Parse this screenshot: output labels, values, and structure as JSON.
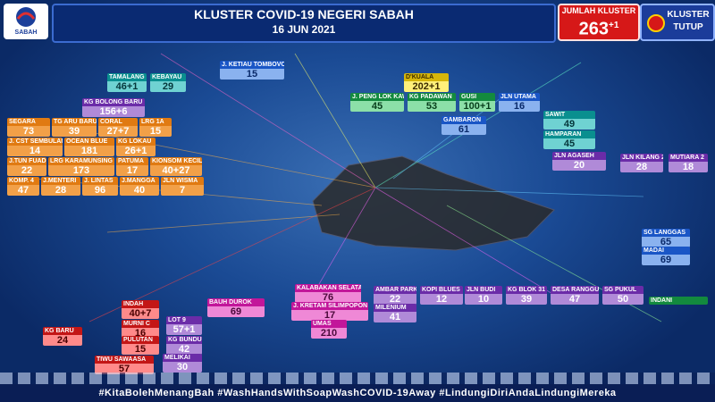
{
  "header": {
    "title": "KLUSTER COVID-19 NEGERI SABAH",
    "date": "16 JUN 2021",
    "logo_text": "SABAH"
  },
  "total": {
    "label": "JUMLAH KLUSTER",
    "value": "263",
    "delta": "+1"
  },
  "closed": {
    "label": "KLUSTER TUTUP"
  },
  "hashtag": "#KitaBolehMenangBah #WashHandsWithSoapWashCOVID-19Away #LindungiDiriAndaLindungiMereka",
  "clusters": [
    {
      "id": "segara",
      "label": "SEGARA",
      "value": "73"
    },
    {
      "id": "tg-aru-baru",
      "label": "TG ARU BARU",
      "value": "39"
    },
    {
      "id": "coral",
      "label": "CORAL",
      "value": "27+7"
    },
    {
      "id": "lrg-1a",
      "label": "LRG 1A",
      "value": "15"
    },
    {
      "id": "j-cst-sembulan",
      "label": "J. CST SEMBULAN",
      "value": "14"
    },
    {
      "id": "ocean-blue",
      "label": "OCEAN BLUE",
      "value": "181"
    },
    {
      "id": "kg-lokau",
      "label": "KG LOKAU",
      "value": "26+1"
    },
    {
      "id": "j-tun-fuad",
      "label": "J.TUN FUAD",
      "value": "22"
    },
    {
      "id": "lrg-karamunsing",
      "label": "LRG KARAMUNSING",
      "value": "173"
    },
    {
      "id": "patuma",
      "label": "PATUMA",
      "value": "17"
    },
    {
      "id": "kionsom-kecil",
      "label": "KIONSOM KECIL",
      "value": "40+27"
    },
    {
      "id": "komp-4",
      "label": "KOMP. 4",
      "value": "47"
    },
    {
      "id": "j-menteri",
      "label": "J.MENTERI",
      "value": "28"
    },
    {
      "id": "j-lintas",
      "label": "J. LINTAS",
      "value": "96"
    },
    {
      "id": "j-mangga",
      "label": "J.MANGGA",
      "value": "40"
    },
    {
      "id": "jln-wisma",
      "label": "JLN WISMA",
      "value": "7"
    },
    {
      "id": "kg-bolong-baru",
      "label": "KG BOLONG BARU",
      "value": "156+6"
    },
    {
      "id": "tamalang",
      "label": "TAMALANG",
      "value": "46+1"
    },
    {
      "id": "kebayau",
      "label": "KEBAYAU",
      "value": "29"
    },
    {
      "id": "j-ketiau-tombovo",
      "label": "J. KETIAU TOMBOVO",
      "value": "15"
    },
    {
      "id": "d-kuala",
      "label": "D'KUALA",
      "value": "202+1"
    },
    {
      "id": "j-peng-lok-kawi",
      "label": "J. PENG LOK KAWI",
      "value": "45"
    },
    {
      "id": "kg-padawan",
      "label": "KG PADAWAN",
      "value": "53"
    },
    {
      "id": "gusi",
      "label": "GUSI",
      "value": "100+1"
    },
    {
      "id": "jln-utama",
      "label": "JLN UTAMA",
      "value": "16"
    },
    {
      "id": "gambaron",
      "label": "GAMBARON",
      "value": "61"
    },
    {
      "id": "sawit",
      "label": "SAWIT",
      "value": "49"
    },
    {
      "id": "hamparan",
      "label": "HAMPARAN",
      "value": "45"
    },
    {
      "id": "jln-agaseh",
      "label": "JLN AGASEH",
      "value": "20"
    },
    {
      "id": "jln-kilang-2",
      "label": "JLN KILANG 2",
      "value": "28"
    },
    {
      "id": "mutiara-2",
      "label": "MUTIARA 2",
      "value": "18"
    },
    {
      "id": "sg-langgas",
      "label": "SG LANGGAS",
      "value": "65"
    },
    {
      "id": "madai",
      "label": "MADAI",
      "value": "69"
    },
    {
      "id": "kalabakan-selatan",
      "label": "KALABAKAN SELATAN",
      "value": "76"
    },
    {
      "id": "j-kretam-silimpopon",
      "label": "J. KRETAM SILIMPOPON",
      "value": "17"
    },
    {
      "id": "ambar-park",
      "label": "AMBAR PARK",
      "value": "22"
    },
    {
      "id": "kopi-blues",
      "label": "KOPI BLUES",
      "value": "12"
    },
    {
      "id": "jln-budi",
      "label": "JLN BUDI",
      "value": "10"
    },
    {
      "id": "kg-blok-31",
      "label": "KG BLOK 31",
      "value": "39"
    },
    {
      "id": "desa-ranggu",
      "label": "DESA RANGGU",
      "value": "47"
    },
    {
      "id": "sg-pukul",
      "label": "SG PUKUL",
      "value": "50"
    },
    {
      "id": "milenium",
      "label": "MILENIUM",
      "value": "41"
    },
    {
      "id": "bauh-durok",
      "label": "BAUH DUROK",
      "value": "69"
    },
    {
      "id": "umas",
      "label": "UMAS",
      "value": "210"
    },
    {
      "id": "indani",
      "label": "INDANI",
      "value": ""
    },
    {
      "id": "indah",
      "label": "INDAH",
      "value": "40+7"
    },
    {
      "id": "lot-9",
      "label": "LOT 9",
      "value": "57+1"
    },
    {
      "id": "murni-c",
      "label": "MURNI C",
      "value": "16"
    },
    {
      "id": "pulutan",
      "label": "PULUTAN",
      "value": "15"
    },
    {
      "id": "kg-bundu",
      "label": "KG BUNDU",
      "value": "42"
    },
    {
      "id": "kg-baru",
      "label": "KG BARU",
      "value": "24"
    },
    {
      "id": "melikai",
      "label": "MELIKAI",
      "value": "30"
    },
    {
      "id": "tiwu-sawaasa",
      "label": "TIWU SAWAASA",
      "value": "57"
    }
  ]
}
